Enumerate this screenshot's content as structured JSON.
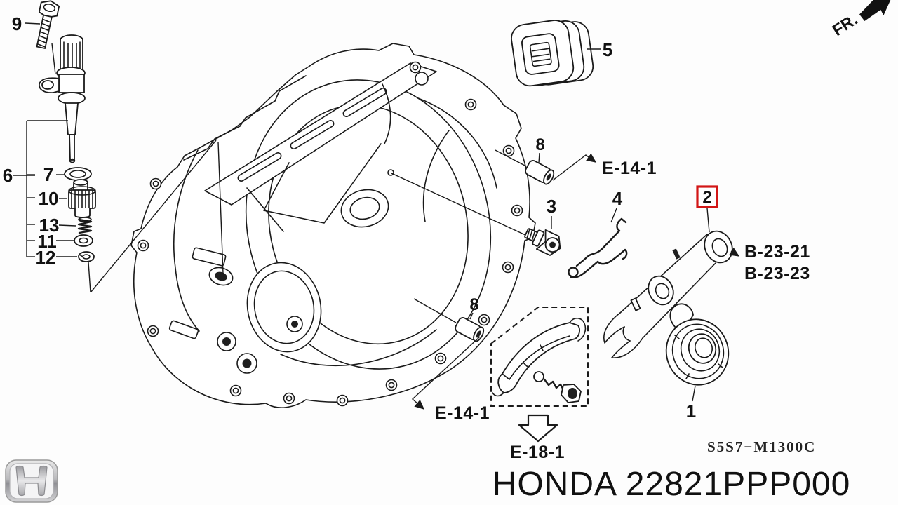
{
  "callouts": {
    "bolt": "9",
    "sensor_assembly": "6",
    "washer_a": "7",
    "speedometer_gear": "10",
    "gear_spring": "13",
    "washer_b": "11",
    "clip": "12",
    "grommet": "5",
    "dowel_pin_top": "8",
    "joint_bolt": "3",
    "release_spring": "4",
    "release_fork": "2",
    "dowel_pin_bottom": "8",
    "release_bearing": "1"
  },
  "references": {
    "e14_top": "E-14-1",
    "b23_21": "B-23-21",
    "b23_23": "B-23-23",
    "e14_bottom": "E-14-1",
    "e18": "E-18-1"
  },
  "orientation": {
    "front_label": "FR."
  },
  "footer": {
    "caption": "HONDA 22821PPP000",
    "drawing_code": "S5S7−M1300C"
  },
  "icons": {
    "brand_logo": "honda-h-logo",
    "front_direction": "front-arrow"
  },
  "colors": {
    "line": "#1a1a1a",
    "highlight": "#d21616",
    "background": "#fdfdfd"
  }
}
